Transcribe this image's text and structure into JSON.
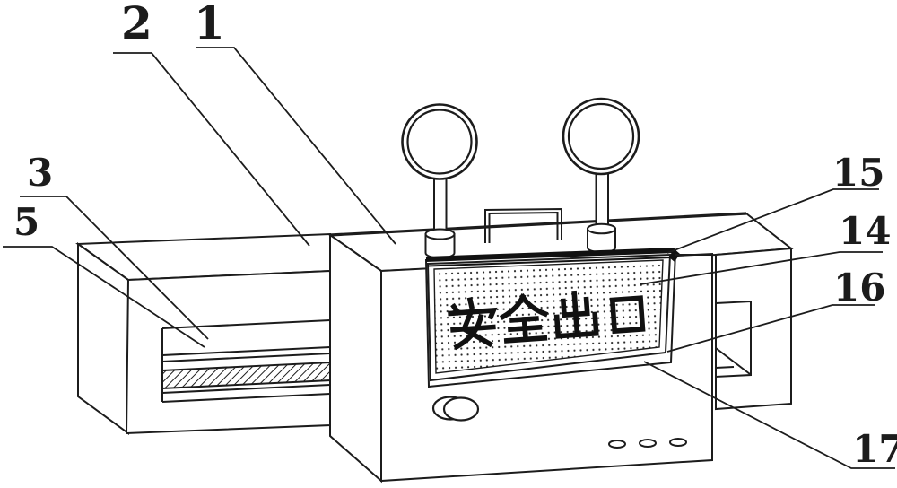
{
  "figure": {
    "background_color": "#ffffff",
    "line_color": "#1c1c1c",
    "sign": {
      "text": "安全出口",
      "dot_color": "#2a2a2a",
      "strip_color": "#111111"
    },
    "reference_labels": {
      "n1": "1",
      "n2": "2",
      "n3": "3",
      "n5": "5",
      "n14": "14",
      "n15": "15",
      "n16": "16",
      "n17": "17"
    }
  }
}
